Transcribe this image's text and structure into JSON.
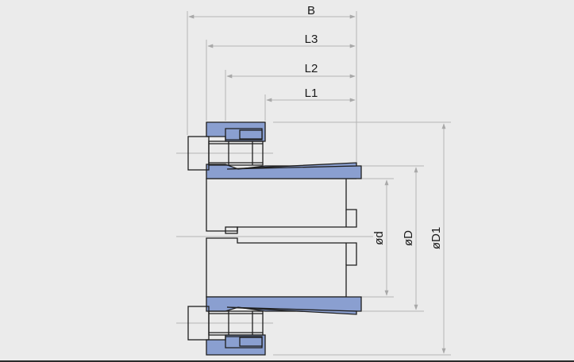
{
  "colors": {
    "background": "#ebebeb",
    "section_fill": "#8a9fd0",
    "body_fill": "#f7f7f7",
    "line": "#1e1e1e",
    "dimension": "#b4b4b4"
  },
  "dimensions": {
    "B": "B",
    "L3": "L3",
    "L2": "L2",
    "L1": "L1",
    "d": "ød",
    "D": "øD",
    "D1": "øD1"
  }
}
